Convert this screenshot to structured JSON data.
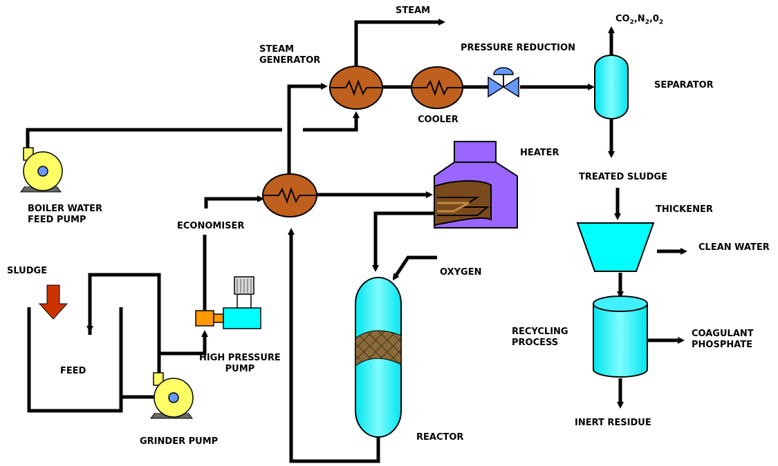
{
  "labels": {
    "steam": "STEAM",
    "steam_generator": "STEAM\nGENERATOR",
    "pressure_reduction": "PRESSURE REDUCTION",
    "gas_out": {
      "co": "CO",
      "co_sub": "2",
      "n": ",N",
      "n_sub": "2",
      "o": ",0",
      "o_sub": "2"
    },
    "separator": "SEPARATOR",
    "cooler": "COOLER",
    "heater": "HEATER",
    "treated_sludge": "TREATED SLUDGE",
    "boiler_water_feed_pump": "BOILER WATER\nFEED PUMP",
    "economiser": "ECONOMISER",
    "thickener": "THICKENER",
    "clean_water": "CLEAN WATER",
    "sludge": "SLUDGE",
    "oxygen": "OXYGEN",
    "feed": "FEED",
    "high_pressure_pump": "HIGH PRESSURE\nPUMP",
    "recycling_process": "RECYCLING\nPROCESS",
    "coagulant_phosphate": "COAGULANT\nPHOSPHATE",
    "grinder_pump": "GRINDER PUMP",
    "reactor": "REACTOR",
    "inert_residue": "INERT RESIDUE"
  },
  "colors": {
    "heat_exchanger": "#c0601e",
    "vessel": "#00ffff",
    "heater": "#9966ff",
    "heater_coil": "#7a4a1c",
    "pump_body": "#ffff66",
    "pump_impeller": "#6699ff",
    "high_pressure_pump": "#ff9900",
    "sludge_arrow": "#cc3300",
    "valve": "#6699ff",
    "packing": "#8b6b3a",
    "line": "#000000"
  }
}
